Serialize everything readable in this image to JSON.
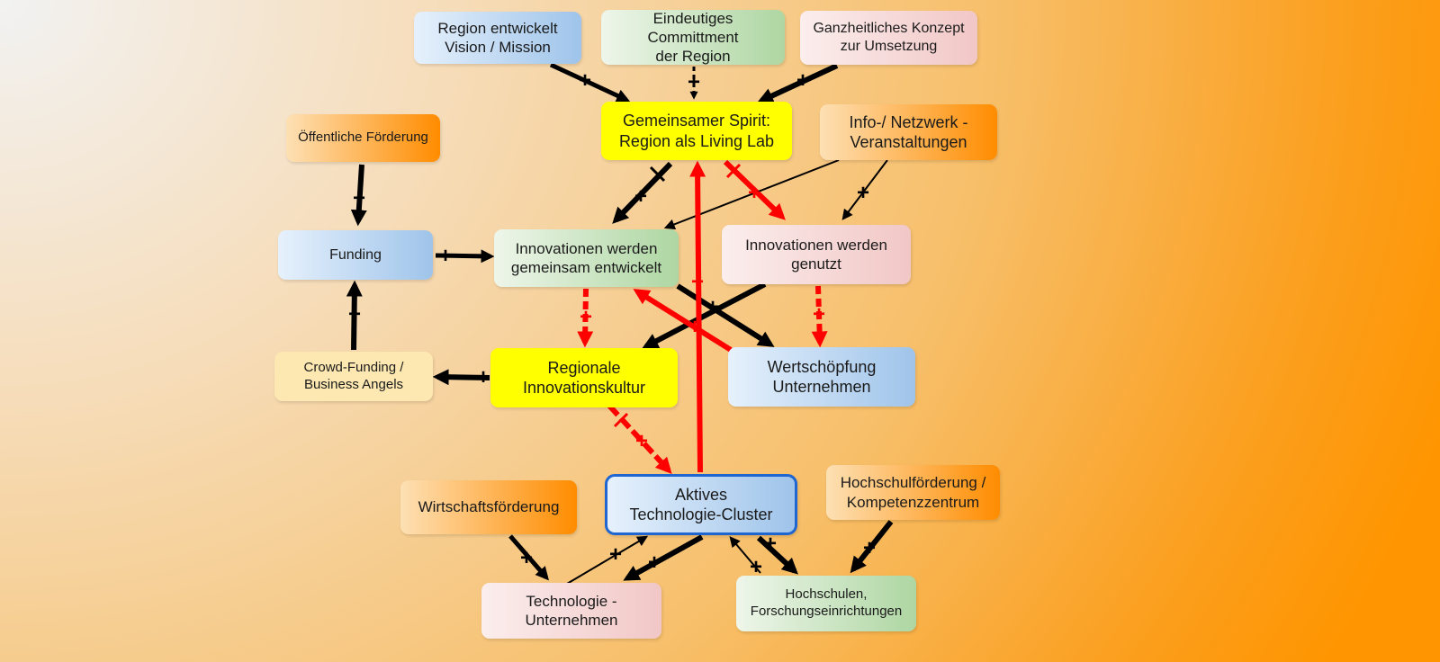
{
  "nodes": {
    "vision": "Region entwickelt\nVision / Mission",
    "commitment": "Eindeutiges Committment\nder Region",
    "konzept": "Ganzheitliches Konzept\nzur Umsetzung",
    "spirit": "Gemeinsamer Spirit:\nRegion als Living Lab",
    "info": "Info-/ Netzwerk -\nVeranstaltungen",
    "foerderung": "Öffentliche Förderung",
    "funding": "Funding",
    "innov_entwickelt": "Innovationen werden\ngemeinsam entwickelt",
    "innov_genutzt": "Innovationen werden\ngenutzt",
    "crowd": "Crowd-Funding /\nBusiness Angels",
    "kultur": "Regionale\nInnovationskultur",
    "wertschoepfung": "Wertschöpfung\nUnternehmen",
    "wirtschaft": "Wirtschaftsförderung",
    "cluster": "Aktives\nTechnologie-Cluster",
    "hochschulfoerderung": "Hochschulförderung /\nKompetenzzentrum",
    "tech_unternehmen": "Technologie -\nUnternehmen",
    "hochschulen": "Hochschulen,\nForschungseinrichtungen"
  },
  "link_sign": "+",
  "colors": {
    "link_black": "#000000",
    "link_red": "#ff0000",
    "cluster_border": "#1f66d1",
    "spirit_fill": "#ffff00"
  }
}
